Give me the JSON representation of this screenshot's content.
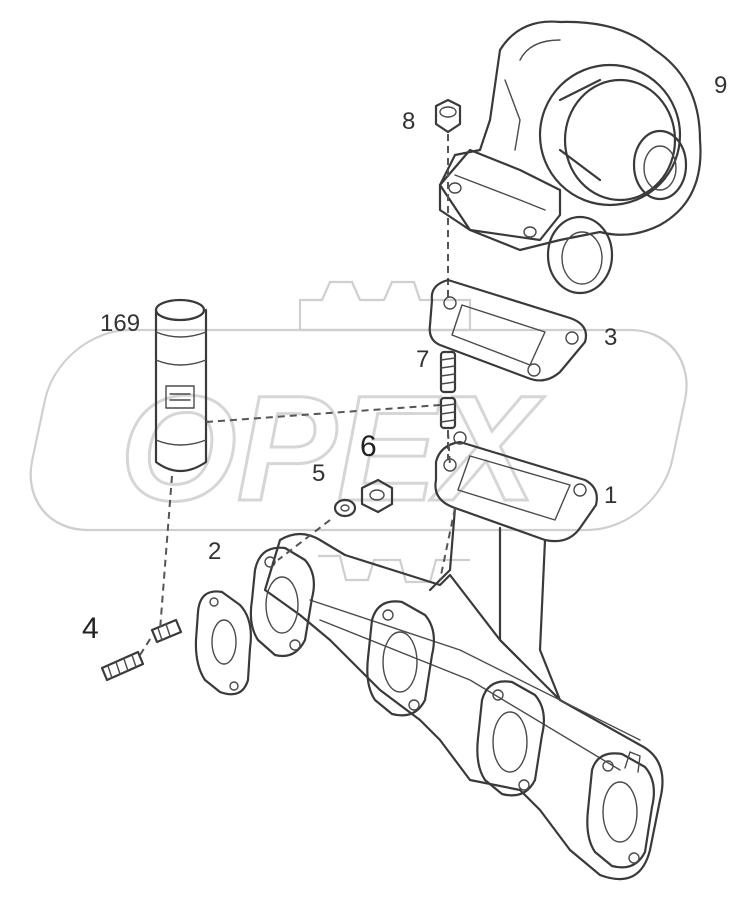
{
  "diagram": {
    "watermark": "OPEX",
    "callouts": {
      "c1": "1",
      "c2": "2",
      "c3": "3",
      "c4": "4",
      "c5": "5",
      "c6": "6",
      "c7": "7",
      "c8": "8",
      "c9": "9",
      "c169": "169"
    }
  }
}
